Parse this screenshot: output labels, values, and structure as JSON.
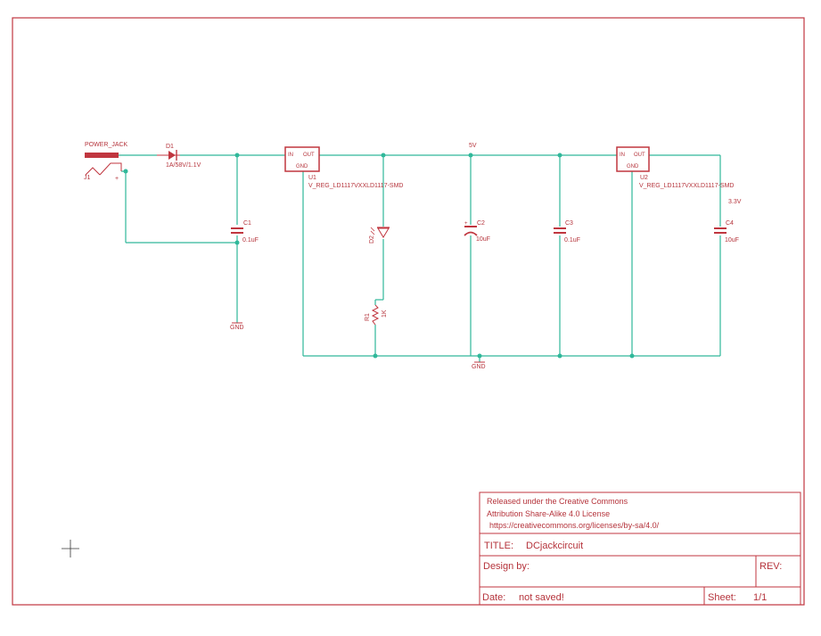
{
  "schematic": {
    "power_jack": {
      "name": "POWER_JACK",
      "ref": "J1",
      "pin_plus": "+"
    },
    "diode": {
      "ref": "D1",
      "value": "1A/58V/1.1V"
    },
    "c1": {
      "ref": "C1",
      "value": "0.1uF"
    },
    "gnd_c1": "GND",
    "u1": {
      "ref": "U1",
      "value": "V_REG_LD1117VXXLD1117-SMD",
      "pin_in": "IN",
      "pin_out": "OUT",
      "pin_gnd": "GND"
    },
    "led": {
      "ref": "D2"
    },
    "r1": {
      "ref": "R1",
      "value": "1K"
    },
    "net_5v": "5V",
    "c2": {
      "ref": "C2",
      "value": "10uF"
    },
    "c3": {
      "ref": "C3",
      "value": "0.1uF"
    },
    "u2": {
      "ref": "U2",
      "value": "V_REG_LD1117VXXLD1117-SMD",
      "pin_in": "IN",
      "pin_out": "OUT",
      "pin_gnd": "GND"
    },
    "net_3v3": "3.3V",
    "c4": {
      "ref": "C4",
      "value": "10uF"
    },
    "gnd_main": "GND"
  },
  "title_block": {
    "license_line1": "Released under the Creative Commons",
    "license_line2": "Attribution Share-Alike 4.0 License",
    "license_line3": "https://creativecommons.org/licenses/by-sa/4.0/",
    "title_label": "TITLE:",
    "title_value": "DCjackcircuit",
    "design_by_label": "Design by:",
    "rev_label": "REV:",
    "date_label": "Date:",
    "date_value": "not saved!",
    "sheet_label": "Sheet:",
    "sheet_value": "1/1"
  },
  "colors": {
    "frame": "#c0363f",
    "wire": "#30b89a",
    "text": "#b5333b"
  }
}
